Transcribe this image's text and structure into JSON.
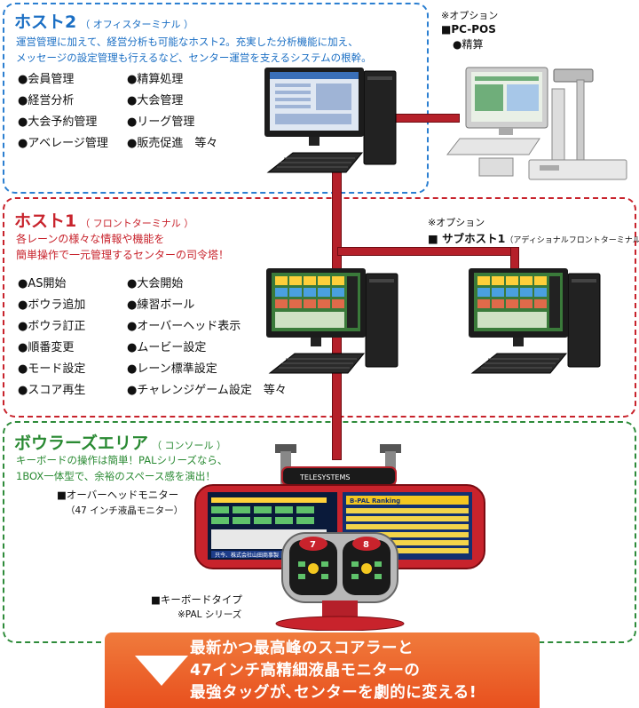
{
  "host2": {
    "title": "ホスト2",
    "subtitle": "（ オフィスターミナル ）",
    "desc1": "運営管理に加えて、経営分析も可能なホスト2。充実した分析機能に加え、",
    "desc2": "メッセージの設定管理も行えるなど、センター運営を支えるシステムの根幹。",
    "features_left": [
      "●会員管理",
      "●経営分析",
      "●大会予約管理",
      "●アベレージ管理"
    ],
    "features_right": [
      "●精算処理",
      "●大会管理",
      "●リーグ管理",
      "●販売促進　等々"
    ]
  },
  "pos": {
    "option": "※オプション",
    "name": "■PC-POS",
    "item": "●精算"
  },
  "host1": {
    "title": "ホスト1",
    "subtitle": "（ フロントターミナル ）",
    "desc1": "各レーンの様々な情報や機能を",
    "desc2": "簡単操作で一元管理するセンターの司令塔！",
    "features_left": [
      "●AS開始",
      "●ボウラ追加",
      "●ボウラ訂正",
      "●順番変更",
      "●モード設定",
      "●スコア再生"
    ],
    "features_right": [
      "●大会開始",
      "●練習ボール",
      "●オーバーヘッド表示",
      "●ムービー設定",
      "●レーン標準設定",
      "●チャレンジゲーム設定　等々"
    ]
  },
  "subhost": {
    "option": "※オプション",
    "name": "■ サブホスト1",
    "paren": "（アディショナルフロントターミナル）"
  },
  "bowler": {
    "title": "ボウラーズエリア",
    "subtitle": "（ コンソール ）",
    "desc1": "キーボードの操作は簡単！PALシリーズなら、",
    "desc2": "1BOX一体型で、余裕のスペース感を演出！",
    "overhead": "■オーバーヘッドモニター",
    "overhead_sub": "（47 インチ液晶モニター）",
    "keyboard": "■キーボードタイプ",
    "keyboard_sub": "※PAL シリーズ"
  },
  "console": {
    "brand": "TELESYSTEMS",
    "lane_left": "7",
    "lane_right": "8",
    "ticker": "只今、株式会社山田商事製",
    "ranking": "B-PAL Ranking"
  },
  "banner": {
    "line1": "最新かつ最高峰のスコアラーと",
    "line2": "47インチ高精細液晶モニターの",
    "line3": "最強タッグが､センターを劇的に変える!"
  },
  "colors": {
    "blue": "#1b6fc4",
    "red": "#c8232c",
    "green": "#2a8a33",
    "wire": "#b5202a",
    "banner": "#e8501e"
  }
}
